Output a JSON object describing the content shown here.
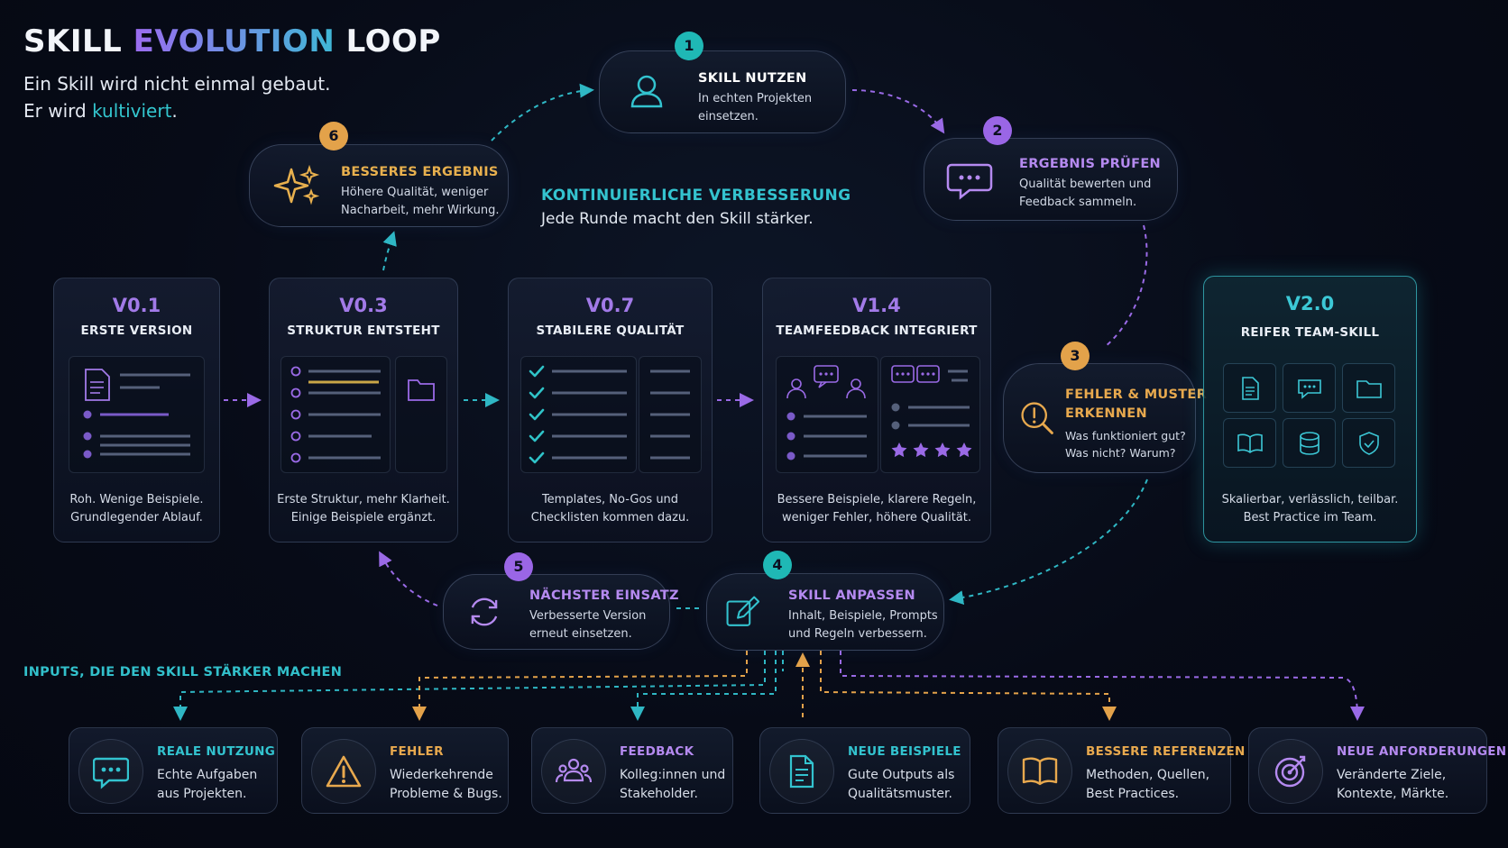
{
  "header": {
    "title_part1": "SKILL",
    "title_part2": "EVOLUTION",
    "title_part3": "LOOP",
    "subtitle_line1": "Ein Skill wird nicht einmal gebaut.",
    "subtitle_line2_prefix": "Er wird",
    "subtitle_line2_accent": "kultiviert",
    "subtitle_line2_suffix": "."
  },
  "center": {
    "title": "KONTINUIERLICHE VERBESSERUNG",
    "subtitle": "Jede Runde macht den Skill stärker."
  },
  "steps": [
    {
      "number": "1",
      "title": "SKILL NUTZEN",
      "desc1": "In echten Projekten",
      "desc2": "einsetzen.",
      "icon": "user-icon",
      "color": "#ffffff"
    },
    {
      "number": "2",
      "title": "ERGEBNIS PRÜFEN",
      "desc1": "Qualität bewerten und",
      "desc2": "Feedback sammeln.",
      "icon": "chat-icon",
      "color": "#b58af0"
    },
    {
      "number": "3",
      "title_line1": "FEHLER & MUSTER",
      "title_line2": "ERKENNEN",
      "desc1": "Was funktioniert gut?",
      "desc2": "Was nicht? Warum?",
      "icon": "magnifier-alert-icon",
      "color": "#e8a94e"
    },
    {
      "number": "4",
      "title": "SKILL ANPASSEN",
      "desc1": "Inhalt, Beispiele, Prompts",
      "desc2": "und Regeln verbessern.",
      "icon": "edit-icon",
      "color": "#b58af0"
    },
    {
      "number": "5",
      "title": "NÄCHSTER EINSATZ",
      "desc1": "Verbesserte Version",
      "desc2": "erneut einsetzen.",
      "icon": "refresh-icon",
      "color": "#b58af0"
    },
    {
      "number": "6",
      "title": "BESSERES ERGEBNIS",
      "desc1": "Höhere Qualität, weniger",
      "desc2": "Nacharbeit, mehr Wirkung.",
      "icon": "sparkle-icon",
      "color": "#e8b04e"
    }
  ],
  "versions": [
    {
      "label": "V0.1",
      "name": "ERSTE VERSION",
      "desc1": "Roh. Wenige Beispiele.",
      "desc2": "Grundlegender Ablauf."
    },
    {
      "label": "V0.3",
      "name": "STRUKTUR ENTSTEHT",
      "desc1": "Erste Struktur, mehr Klarheit.",
      "desc2": "Einige Beispiele ergänzt."
    },
    {
      "label": "V0.7",
      "name": "STABILERE QUALITÄT",
      "desc1": "Templates, No-Gos und",
      "desc2": "Checklisten kommen dazu."
    },
    {
      "label": "V1.4",
      "name": "TEAMFEEDBACK INTEGRIERT",
      "desc1": "Bessere Beispiele, klarere Regeln,",
      "desc2": "weniger Fehler, höhere Qualität."
    },
    {
      "label": "V2.0",
      "name": "REIFER TEAM-SKILL",
      "desc1": "Skalierbar, verlässlich, teilbar.",
      "desc2": "Best Practice im Team."
    }
  ],
  "inputs_section": {
    "title": "INPUTS, DIE DEN SKILL STÄRKER MACHEN",
    "items": [
      {
        "title": "REALE NUTZUNG",
        "desc1": "Echte Aufgaben",
        "desc2": "aus Projekten.",
        "icon": "chat-bubble-icon",
        "color": "#33c3cf"
      },
      {
        "title": "FEHLER",
        "desc1": "Wiederkehrende",
        "desc2": "Probleme & Bugs.",
        "icon": "warning-icon",
        "color": "#e8a94e"
      },
      {
        "title": "FEEDBACK",
        "desc1": "Kolleg:innen und",
        "desc2": "Stakeholder.",
        "icon": "users-icon",
        "color": "#b58af0"
      },
      {
        "title": "NEUE BEISPIELE",
        "desc1": "Gute Outputs als",
        "desc2": "Qualitätsmuster.",
        "icon": "document-icon",
        "color": "#33c3cf"
      },
      {
        "title": "BESSERE REFERENZEN",
        "desc1": "Methoden, Quellen,",
        "desc2": "Best Practices.",
        "icon": "book-icon",
        "color": "#e8a94e"
      },
      {
        "title": "NEUE ANFORDERUNGEN",
        "desc1": "Veränderte Ziele,",
        "desc2": "Kontexte, Märkte.",
        "icon": "target-icon",
        "color": "#b58af0"
      }
    ]
  }
}
